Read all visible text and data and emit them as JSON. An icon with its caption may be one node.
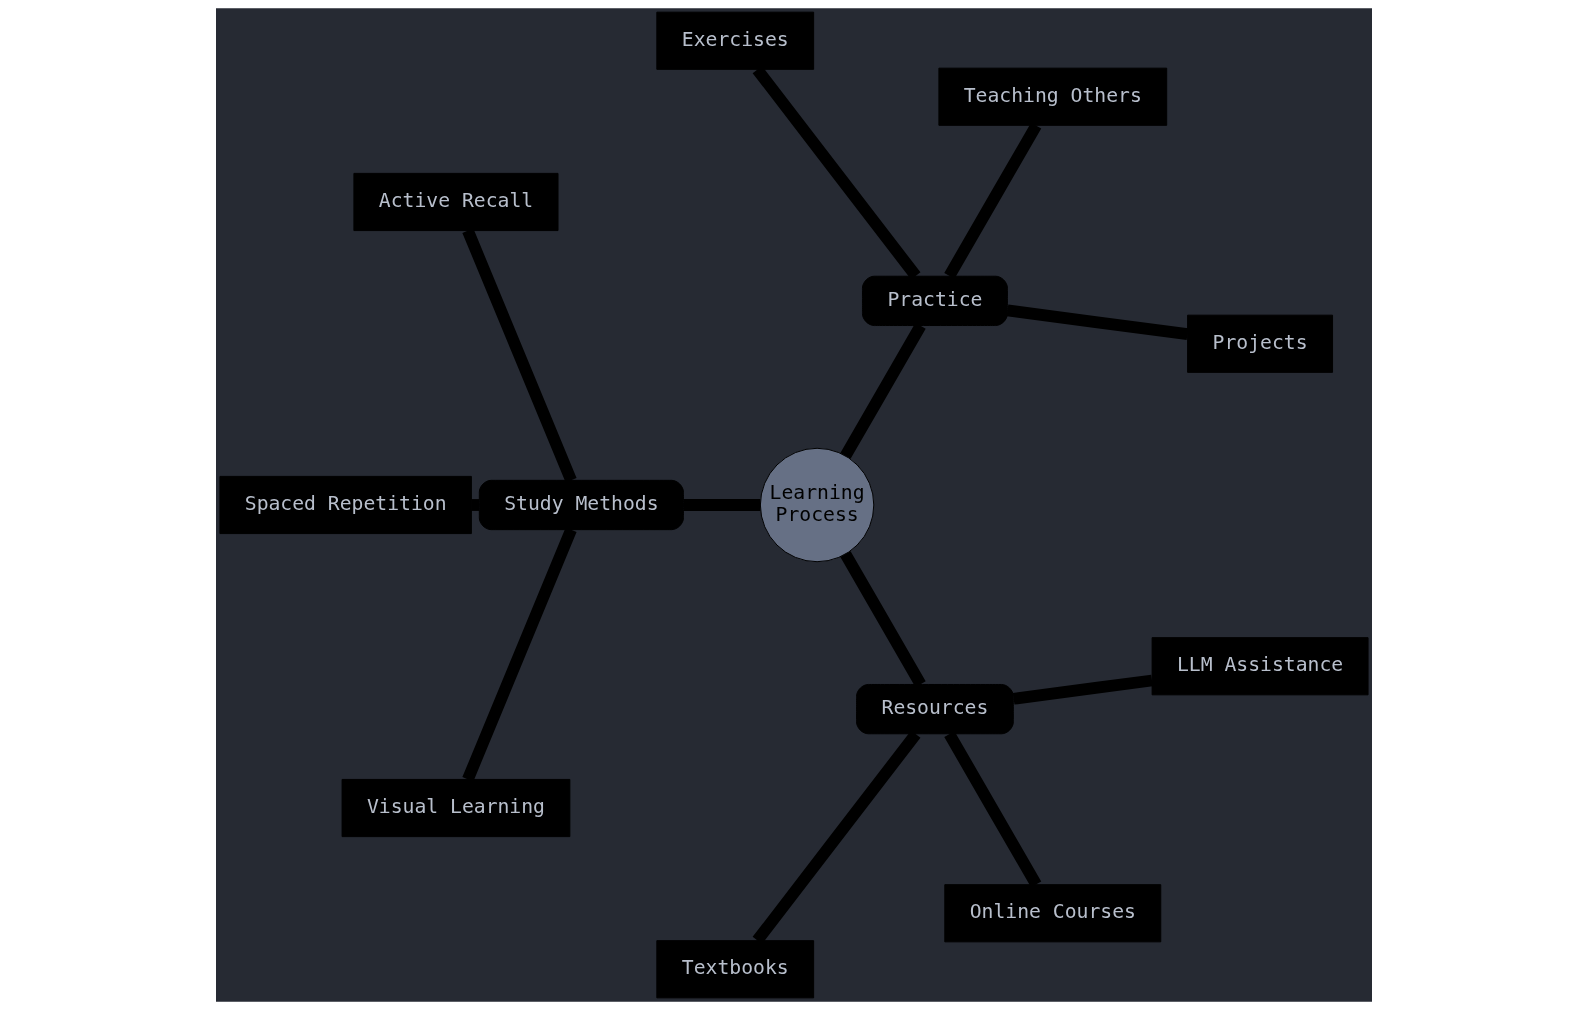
{
  "diagram": {
    "nodes": [
      {
        "text": [
          "Projects"
        ]
      },
      {
        "text": [
          "Teaching Others"
        ]
      },
      {
        "text": [
          "Practice"
        ]
      },
      {
        "text": [
          "Exercises"
        ]
      },
      {
        "text": [
          "Active Recall"
        ]
      },
      {
        "text": [
          "Spaced Repetition"
        ]
      },
      {
        "text": [
          "Learning Process"
        ]
      },
      {
        "text": [
          "Study Methods"
        ]
      },
      {
        "text": [
          "Textbooks"
        ]
      },
      {
        "text": [
          "Resources"
        ]
      },
      {
        "text": [
          "Visual Learning"
        ]
      },
      {
        "text": [
          "Online Courses"
        ]
      },
      {
        "text": [
          "LLM Assistance"
        ]
      }
    ],
    "edges": [
      {
        "from": 6,
        "to": 2,
        "arrow": "none"
      },
      {
        "from": 6,
        "to": 7,
        "arrow": "none"
      },
      {
        "from": 6,
        "to": 9,
        "arrow": "none"
      },
      {
        "from": 2,
        "to": 0,
        "arrow": "none"
      },
      {
        "from": 2,
        "to": 1,
        "arrow": "none"
      },
      {
        "from": 2,
        "to": 3,
        "arrow": "none"
      },
      {
        "from": 7,
        "to": 4,
        "arrow": "none"
      },
      {
        "from": 7,
        "to": 5,
        "arrow": "none"
      },
      {
        "from": 7,
        "to": 10,
        "arrow": "none"
      },
      {
        "from": 9,
        "to": 8,
        "arrow": "none"
      },
      {
        "from": 9,
        "to": 11,
        "arrow": "none"
      },
      {
        "from": 9,
        "to": 12,
        "arrow": "none"
      }
    ]
  }
}
